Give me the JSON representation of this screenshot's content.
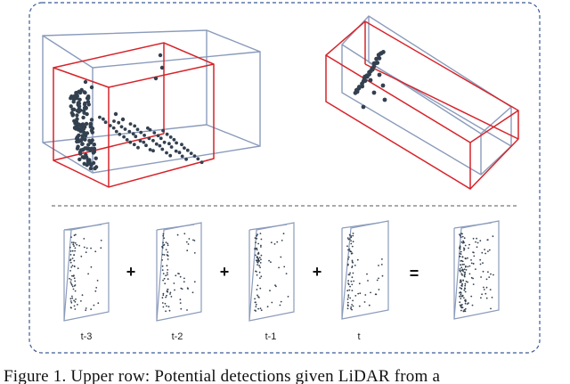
{
  "figure": {
    "bottom_row": {
      "frame_labels": [
        "t-3",
        "t-2",
        "t-1",
        "t"
      ],
      "operators": [
        "+",
        "+",
        "+",
        "="
      ]
    },
    "colors": {
      "frame_border": "#3b5a94",
      "box_gray": "#8b9bbb",
      "box_red": "#d6232a",
      "points": "#33404f",
      "divider": "#555555"
    }
  },
  "caption": {
    "text": "Figure 1. Upper row: Potential detections given LiDAR from a"
  }
}
